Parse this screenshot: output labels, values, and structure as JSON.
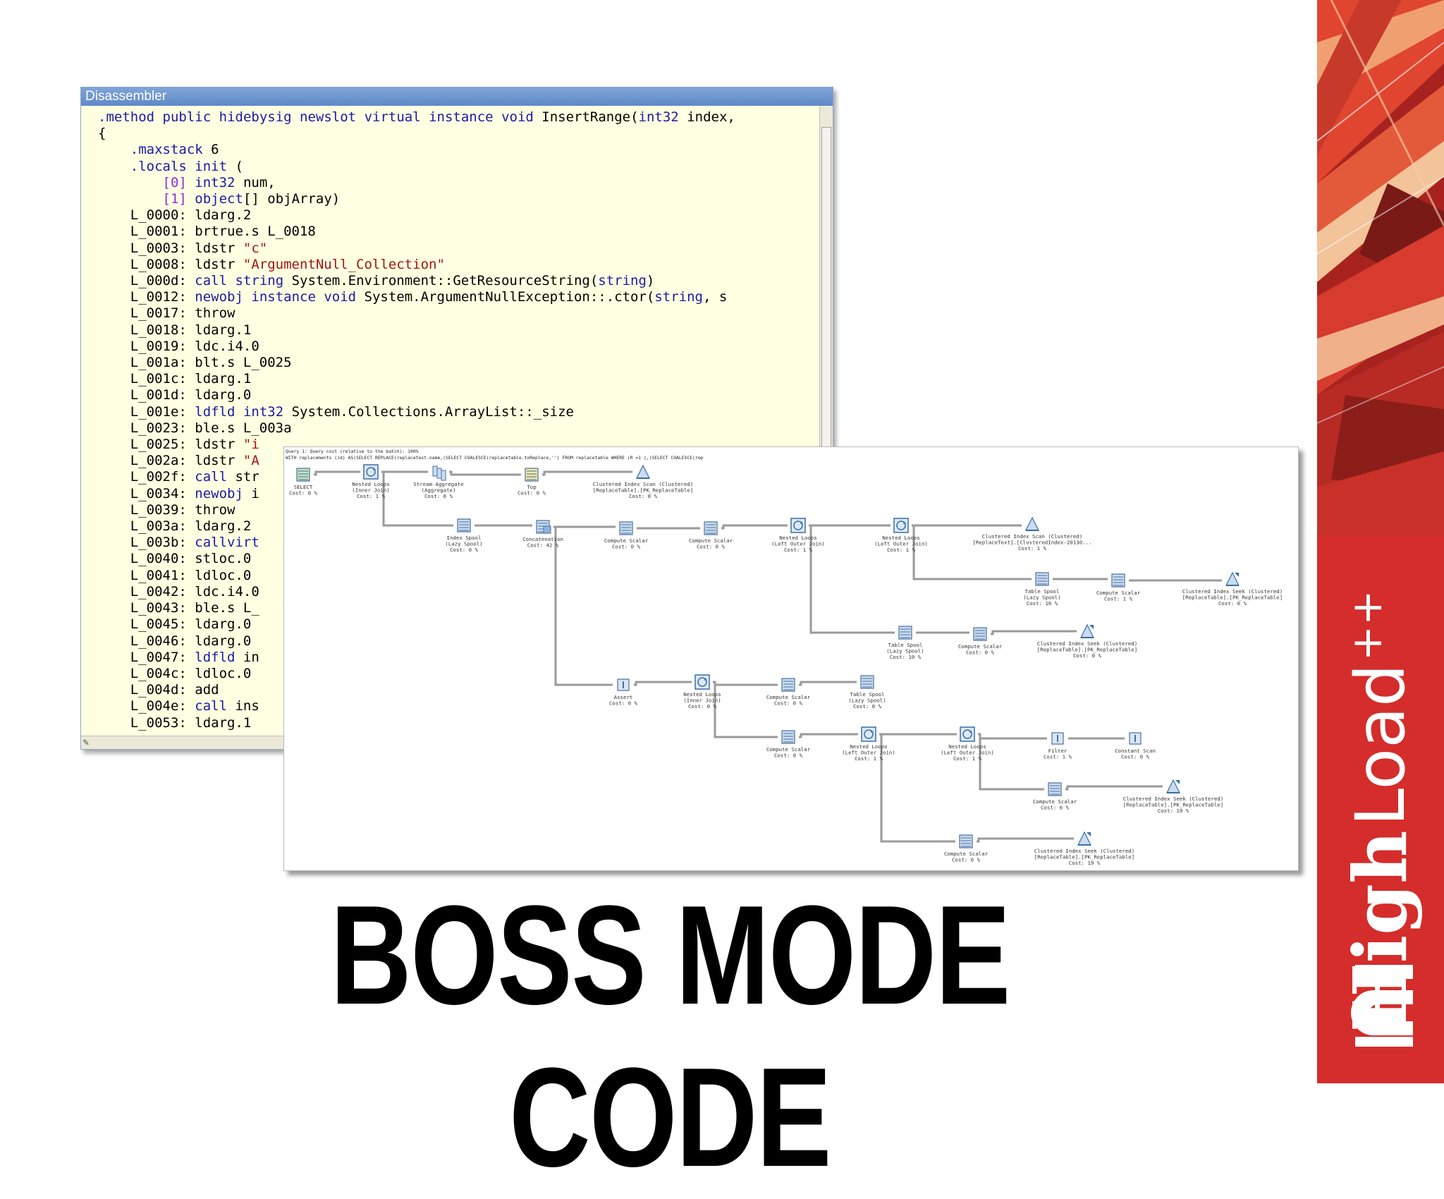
{
  "slide": {
    "title": "BOSS MODE CODE",
    "brand": {
      "text_bold": "High",
      "text_light": "Load",
      "text_sup": "++",
      "logo_icon": "hl-logo-icon",
      "color": "#d42d2b"
    }
  },
  "disassembler": {
    "title": "Disassembler",
    "lines": [
      ".method public hidebysig newslot virtual instance void InsertRange(int32 index,",
      "{",
      "    .maxstack 6",
      "    .locals init (",
      "        [0] int32 num,",
      "        [1] object[] objArray)",
      "    L_0000: ldarg.2",
      "    L_0001: brtrue.s L_0018",
      "    L_0003: ldstr \"c\"",
      "    L_0008: ldstr \"ArgumentNull_Collection\"",
      "    L_000d: call string System.Environment::GetResourceString(string)",
      "    L_0012: newobj instance void System.ArgumentNullException::.ctor(string, s",
      "    L_0017: throw",
      "    L_0018: ldarg.1",
      "    L_0019: ldc.i4.0",
      "    L_001a: blt.s L_0025",
      "    L_001c: ldarg.1",
      "    L_001d: ldarg.0",
      "    L_001e: ldfld int32 System.Collections.ArrayList::_size",
      "    L_0023: ble.s L_003a",
      "    L_0025: ldstr \"i",
      "    L_002a: ldstr \"A",
      "    L_002f: call str",
      "    L_0034: newobj i",
      "    L_0039: throw",
      "    L_003a: ldarg.2",
      "    L_003b: callvirt",
      "    L_0040: stloc.0",
      "    L_0041: ldloc.0",
      "    L_0042: ldc.i4.0",
      "    L_0043: ble.s L_",
      "    L_0045: ldarg.0",
      "    L_0046: ldarg.0",
      "    L_0047: ldfld in",
      "    L_004c: ldloc.0",
      "    L_004d: add",
      "    L_004e: call ins",
      "    L_0053: ldarg.1"
    ]
  },
  "plan": {
    "header": [
      "Query 1: Query cost (relative to the batch): 100%",
      "WITH replacements (id) AS(SELECT REPLACE(replacetext.name,(SELECT COALESCE(replacetable.toReplace,'') FROM replacetable WHERE (R =1 ),(SELECT COALESCE(rep"
    ],
    "operators": [
      {
        "name": "select",
        "icon": "select-icon",
        "lines": [
          "SELECT",
          "Cost: 0 %"
        ]
      },
      {
        "name": "nested-loops-1",
        "icon": "nested-loops-icon",
        "lines": [
          "Nested Loops",
          "(Inner Join)",
          "Cost: 1 %"
        ]
      },
      {
        "name": "stream-aggregate",
        "icon": "stream-aggregate-icon",
        "lines": [
          "Stream Aggregate",
          "(Aggregate)",
          "Cost: 0 %"
        ]
      },
      {
        "name": "top",
        "icon": "top-icon",
        "lines": [
          "Top",
          "Cost: 0 %"
        ]
      },
      {
        "name": "clustered-index-scan-1",
        "icon": "clustered-index-scan-icon",
        "lines": [
          "Clustered Index Scan (Clustered)",
          "[ReplaceTable].[PK_ReplaceTable]",
          "Cost: 0 %"
        ]
      },
      {
        "name": "index-spool",
        "icon": "index-spool-icon",
        "lines": [
          "Index Spool",
          "(Lazy Spool)",
          "Cost: 0 %"
        ]
      },
      {
        "name": "concatenation",
        "icon": "concatenation-icon",
        "lines": [
          "Concatenation",
          "Cost: 42 %"
        ]
      },
      {
        "name": "compute-scalar-1",
        "icon": "compute-scalar-icon",
        "lines": [
          "Compute Scalar",
          "Cost: 0 %"
        ]
      },
      {
        "name": "compute-scalar-2",
        "icon": "compute-scalar-icon",
        "lines": [
          "Compute Scalar",
          "Cost: 0 %"
        ]
      },
      {
        "name": "nested-loops-2",
        "icon": "nested-loops-icon",
        "lines": [
          "Nested Loops",
          "(Left Outer Join)",
          "Cost: 1 %"
        ]
      },
      {
        "name": "nested-loops-3",
        "icon": "nested-loops-icon",
        "lines": [
          "Nested Loops",
          "(Left Outer Join)",
          "Cost: 1 %"
        ]
      },
      {
        "name": "clustered-index-scan-2",
        "icon": "clustered-index-scan-icon",
        "lines": [
          "Clustered Index Scan (Clustered)",
          "[ReplaceText].[ClusteredIndex-20130...",
          "Cost: 1 %"
        ]
      },
      {
        "name": "table-spool-1",
        "icon": "table-spool-icon",
        "lines": [
          "Table Spool",
          "(Lazy Spool)",
          "Cost: 16 %"
        ]
      },
      {
        "name": "compute-scalar-3",
        "icon": "compute-scalar-icon",
        "lines": [
          "Compute Scalar",
          "Cost: 1 %"
        ]
      },
      {
        "name": "clustered-index-seek-1",
        "icon": "clustered-index-seek-icon",
        "lines": [
          "Clustered Index Seek (Clustered)",
          "[ReplaceTable].[PK_ReplaceTable]",
          "Cost: 0 %"
        ]
      },
      {
        "name": "table-spool-2",
        "icon": "table-spool-icon",
        "lines": [
          "Table Spool",
          "(Lazy Spool)",
          "Cost: 10 %"
        ]
      },
      {
        "name": "compute-scalar-4",
        "icon": "compute-scalar-icon",
        "lines": [
          "Compute Scalar",
          "Cost: 0 %"
        ]
      },
      {
        "name": "clustered-index-seek-2",
        "icon": "clustered-index-seek-icon",
        "lines": [
          "Clustered Index Seek (Clustered)",
          "[ReplaceTable].[PK_ReplaceTable]",
          "Cost: 0 %"
        ]
      },
      {
        "name": "assert",
        "icon": "assert-icon",
        "lines": [
          "Assert",
          "Cost: 0 %"
        ]
      },
      {
        "name": "nested-loops-4",
        "icon": "nested-loops-icon",
        "lines": [
          "Nested Loops",
          "(Inner Join)",
          "Cost: 0 %"
        ]
      },
      {
        "name": "compute-scalar-5",
        "icon": "compute-scalar-icon",
        "lines": [
          "Compute Scalar",
          "Cost: 0 %"
        ]
      },
      {
        "name": "table-spool-3",
        "icon": "table-spool-icon",
        "lines": [
          "Table Spool",
          "(Lazy Spool)",
          "Cost: 0 %"
        ]
      },
      {
        "name": "compute-scalar-6",
        "icon": "compute-scalar-icon",
        "lines": [
          "Compute Scalar",
          "Cost: 0 %"
        ]
      },
      {
        "name": "nested-loops-5",
        "icon": "nested-loops-icon",
        "lines": [
          "Nested Loops",
          "(Left Outer Join)",
          "Cost: 1 %"
        ]
      },
      {
        "name": "nested-loops-6",
        "icon": "nested-loops-icon",
        "lines": [
          "Nested Loops",
          "(Left Outer Join)",
          "Cost: 1 %"
        ]
      },
      {
        "name": "filter",
        "icon": "filter-icon",
        "lines": [
          "Filter",
          "Cost: 1 %"
        ]
      },
      {
        "name": "constant-scan",
        "icon": "constant-scan-icon",
        "lines": [
          "Constant Scan",
          "Cost: 0 %"
        ]
      },
      {
        "name": "compute-scalar-7",
        "icon": "compute-scalar-icon",
        "lines": [
          "Compute Scalar",
          "Cost: 0 %"
        ]
      },
      {
        "name": "clustered-index-seek-3",
        "icon": "clustered-index-seek-icon",
        "lines": [
          "Clustered Index Seek (Clustered)",
          "[ReplaceTable].[PK_ReplaceTable]",
          "Cost: 19 %"
        ]
      },
      {
        "name": "compute-scalar-8",
        "icon": "compute-scalar-icon",
        "lines": [
          "Compute Scalar",
          "Cost: 0 %"
        ]
      },
      {
        "name": "clustered-index-seek-4",
        "icon": "clustered-index-seek-icon",
        "lines": [
          "Clustered Index Seek (Clustered)",
          "[ReplaceTable].[PK_ReplaceTable]",
          "Cost: 19 %"
        ]
      }
    ]
  }
}
